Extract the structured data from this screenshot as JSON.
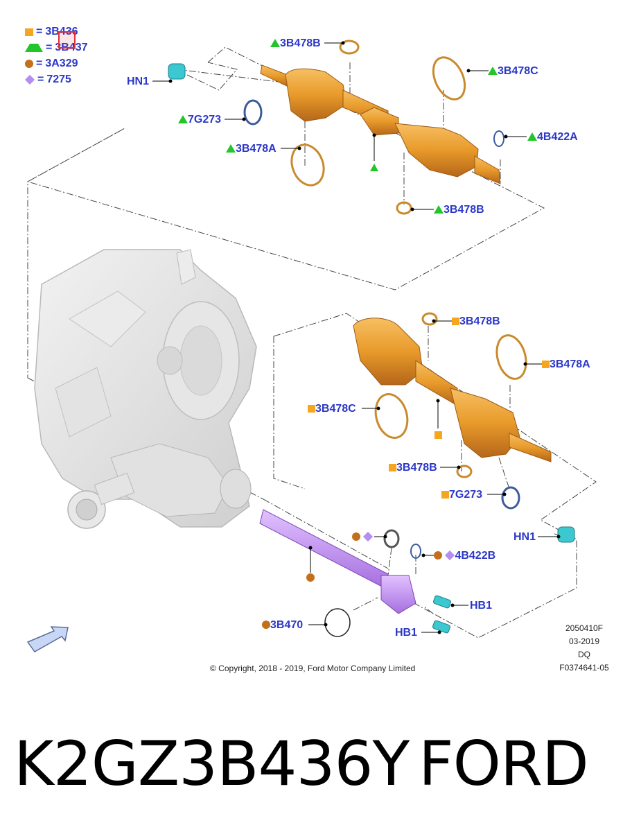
{
  "legend": [
    {
      "marker": "square",
      "eq": "=",
      "code": "3B436"
    },
    {
      "marker": "triangle",
      "eq": "=",
      "code": "3B437"
    },
    {
      "marker": "circle",
      "eq": "=",
      "code": "3A329"
    },
    {
      "marker": "diamond",
      "eq": "=",
      "code": "7275"
    }
  ],
  "callouts": {
    "hn1_top": "HN1",
    "c3b478b_top": "3B478B",
    "c3b478c_top": "3B478C",
    "c7g273_top": "7G273",
    "c3b478a_top": "3B478A",
    "c4b422a": "4B422A",
    "c3b478b_top2": "3B478B",
    "c3b478b_mid": "3B478B",
    "c3b478a_mid": "3B478A",
    "c3b478c_mid": "3B478C",
    "c3b478b_low": "3B478B",
    "c7g273_low": "7G273",
    "hn1_low": "HN1",
    "c4b422b": "4B422B",
    "hb1_right": "HB1",
    "c3b470": "3B470",
    "hb1_low": "HB1"
  },
  "meta": {
    "code1": "2050410F",
    "date": "03-2019",
    "initials": "DQ",
    "fig": "F0374641-05"
  },
  "copyright": "© Copyright, 2018 - 2019, Ford Motor Company Limited",
  "part_number": "K2GZ3B436Y",
  "brand": "FORD",
  "colors": {
    "label_blue": "#2b37c9",
    "shaft_orange": "#e89a2a",
    "shaft_purple": "#c78ef0",
    "square": "#f5a51e",
    "triangle": "#22c52a",
    "circle": "#c2701a",
    "diamond": "#b48ff0"
  }
}
